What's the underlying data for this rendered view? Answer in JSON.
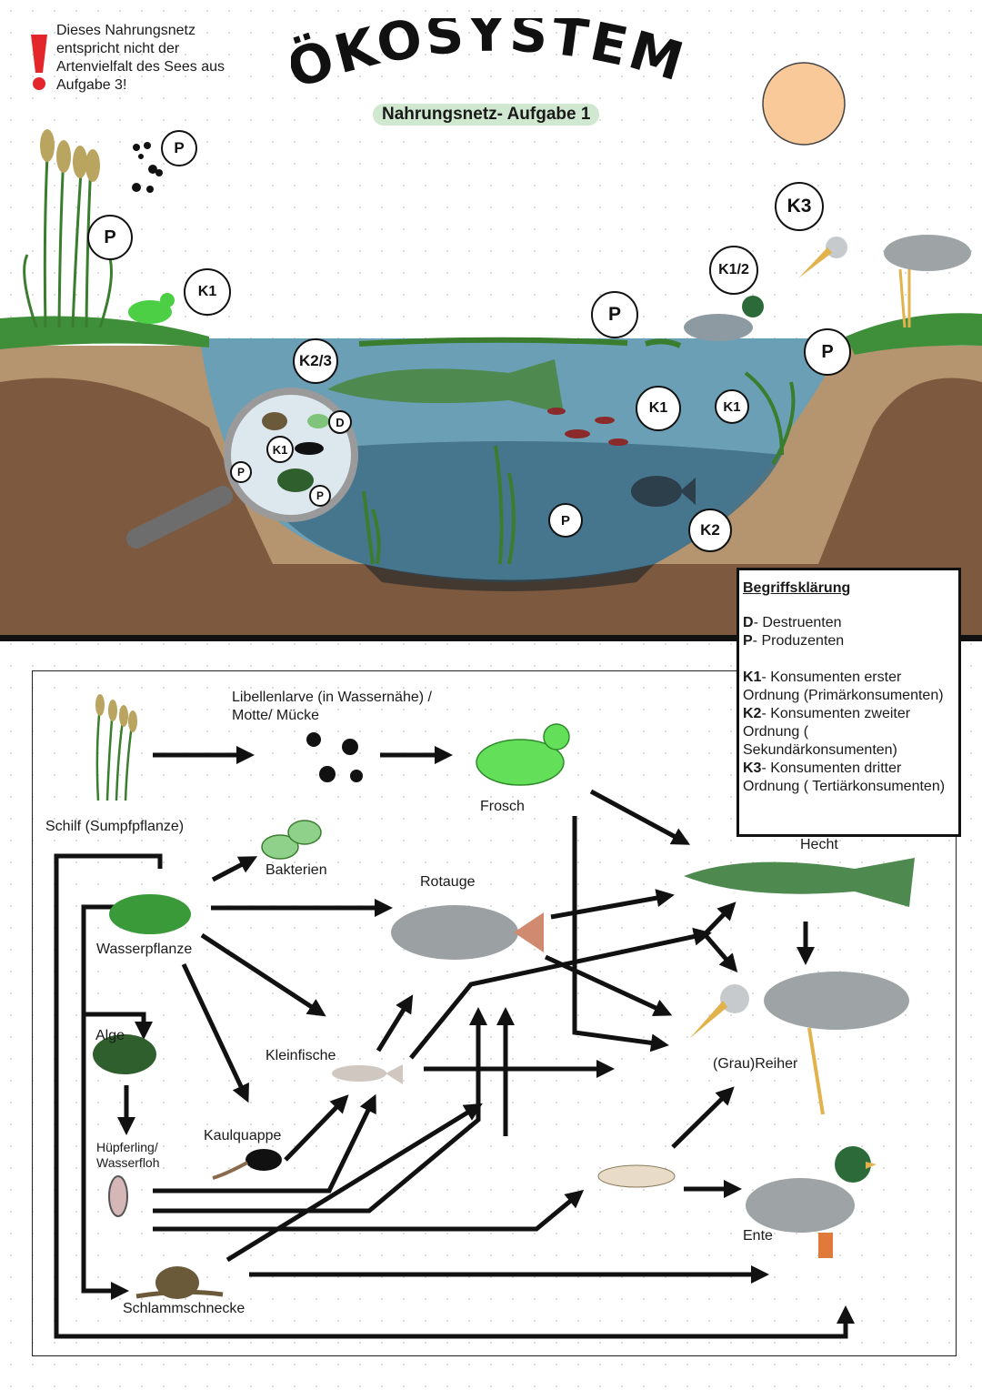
{
  "header": {
    "warning_text": "Dieses Nahrungsnetz entspricht nicht der Artenvielfalt des Sees aus Aufgabe 3!",
    "title": "ÖKOSYSTEM SEE",
    "subtitle": "Nahrungsnetz- Aufgabe 1"
  },
  "scene_badges": {
    "p_insects": "P",
    "p_reed": "P",
    "k1_frog": "K1",
    "k2_3_pike": "K2/3",
    "d_bacteria": "D",
    "k1_lens": "K1",
    "p_lens_left": "P",
    "p_lens_right": "P",
    "p_surface": "P",
    "k1_2_duck": "K1/2",
    "k3_heron": "K3",
    "p_shore": "P",
    "k1_small_fish": "K1",
    "k1_larva": "K1",
    "p_water_plant": "P",
    "k2_roach": "K2"
  },
  "legend": {
    "title": "Begriffsklärung",
    "rows": [
      {
        "key": "D",
        "text": "- Destruenten"
      },
      {
        "key": "P",
        "text": "- Produzenten"
      },
      {
        "key": "K1",
        "text": "- Konsumenten erster Ordnung (Primärkonsumenten)"
      },
      {
        "key": "K2",
        "text": "- Konsumenten zweiter Ordnung ( Sekundärkonsumenten)"
      },
      {
        "key": "K3",
        "text": "- Konsumenten dritter Ordnung ( Tertiärkonsumenten)"
      }
    ]
  },
  "food_web": {
    "schilf": "Schilf (Sumpfpflanze)",
    "libelle_line1": "Libellenlarve (in Wassernähe) /",
    "libelle_line2": "Motte/ Mücke",
    "frosch": "Frosch",
    "hecht": "Hecht",
    "bakterien": "Bakterien",
    "rotauge": "Rotauge",
    "wasserpflanze": "Wasserpflanze",
    "alge": "Alge",
    "kleinfische": "Kleinfische",
    "reiher": "(Grau)Reiher",
    "kaulquappe": "Kaulquappe",
    "huepferling_line1": "Hüpferling/",
    "huepferling_line2": "Wasserfloh",
    "ente": "Ente",
    "schlammschnecke": "Schlammschnecke"
  },
  "colors": {
    "water": "#6b9fb5",
    "water_deep": "#3f6f86",
    "soil_light": "#a98b6a",
    "soil_dark": "#6a4a33",
    "sun": "#f9c99a",
    "grass": "#3f8f3a",
    "warning_red": "#e3262b",
    "subtitle_bg": "#cfe8cf"
  }
}
